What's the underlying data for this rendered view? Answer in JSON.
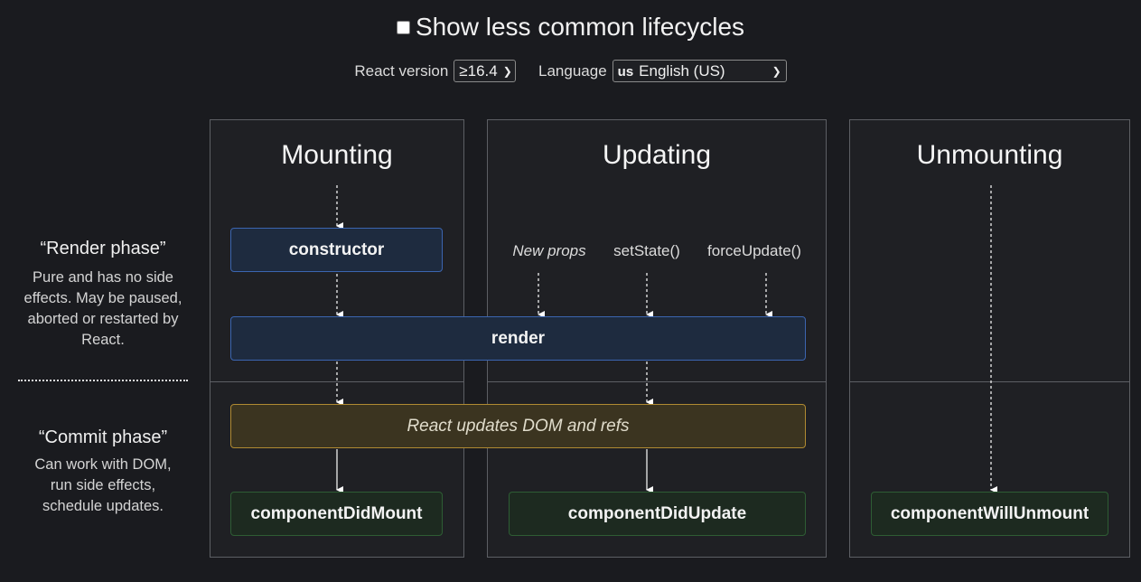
{
  "toggle": {
    "label": "Show less common lifecycles",
    "checked": false
  },
  "controls": {
    "version_label": "React version",
    "version_value": "≥16.4",
    "language_label": "Language",
    "language_flag": "us",
    "language_value": "English (US)"
  },
  "columns": {
    "mounting": "Mounting",
    "updating": "Updating",
    "unmounting": "Unmounting"
  },
  "phases": {
    "render_title": "“Render phase”",
    "render_desc": [
      "Pure and has no side",
      "effects. May be paused,",
      "aborted or restarted by",
      "React."
    ],
    "commit_title": "“Commit phase”",
    "commit_desc": [
      "Can work with DOM,",
      "run side effects,",
      "schedule updates."
    ]
  },
  "triggers": {
    "new_props": "New props",
    "set_state": "setState()",
    "force_update": "forceUpdate()"
  },
  "methods": {
    "constructor": "constructor",
    "render": "render",
    "dom_update": "React updates DOM and refs",
    "did_mount": "componentDidMount",
    "did_update": "componentDidUpdate",
    "will_unmount": "componentWillUnmount"
  },
  "colors": {
    "background": "#1a1b1f",
    "render_box": "#3b65b0",
    "dom_box": "#b08a32",
    "commit_box": "#2e5d34"
  },
  "icons": {
    "select_chevron": "chevron-down-icon",
    "arrow": "arrow-down-icon"
  }
}
